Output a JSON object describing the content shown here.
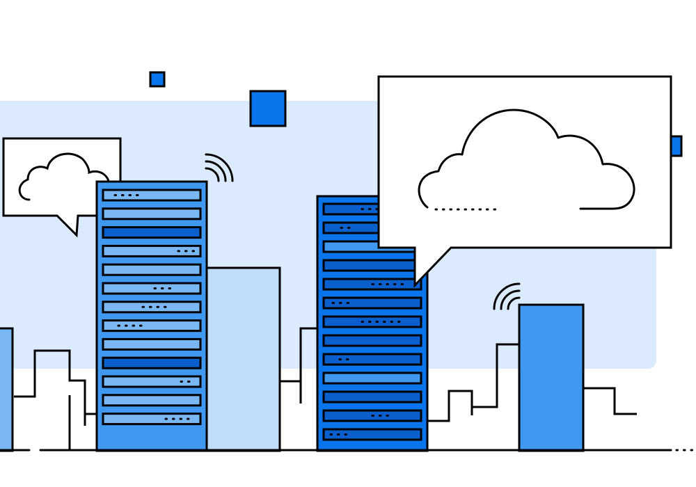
{
  "colors": {
    "background": "#ffffff",
    "panel_light": "#dbeafc",
    "building_pale": "#c0dcf8",
    "blue_light": "#7ab7f3",
    "blue_mid": "#4198f0",
    "blue_bright": "#0a74ea",
    "blue_dark": "#0a5fcc",
    "stroke": "#000000"
  },
  "icons": [
    "cloud-speech-bubble-small",
    "cloud-speech-bubble-large",
    "server-tower-left",
    "server-tower-right",
    "wifi-signal-icon",
    "decorative-square"
  ]
}
